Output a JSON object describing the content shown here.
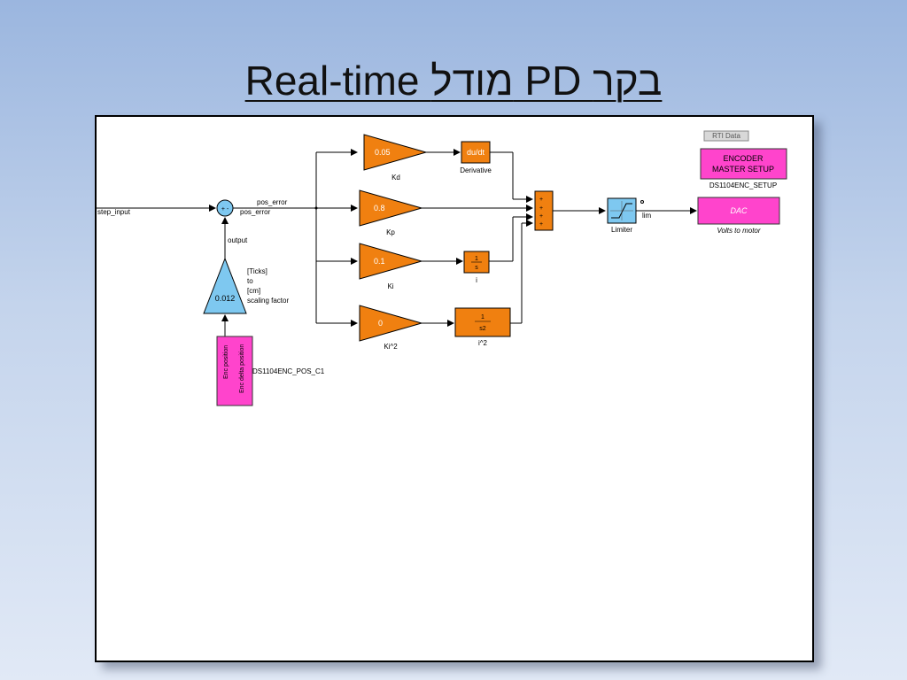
{
  "slide": {
    "title": "Real-time מודל PD בקר"
  },
  "diagram": {
    "rti_data": "RTI Data",
    "encoder_setup": {
      "line1": "ENCODER",
      "line2": "MASTER SETUP",
      "name": "DS1104ENC_SETUP"
    },
    "step_input": "step_input",
    "sum_signs": "+ -",
    "pos_error_top": "pos_error",
    "pos_error_bottom": "pos_error",
    "output": "output",
    "scaling_gain": {
      "value": "0.012",
      "line1": "[Ticks]",
      "line2": "to",
      "line3": "[cm]",
      "line4": "scaling factor"
    },
    "encoder_pos": {
      "port1": "Enc position",
      "port2": "Enc delta position",
      "name": "DS1104ENC_POS_C1"
    },
    "kd": {
      "value": "0.05",
      "name": "Kd"
    },
    "kp": {
      "value": "0.8",
      "name": "Kp"
    },
    "ki": {
      "value": "0.1",
      "name": "Ki"
    },
    "ki2": {
      "value": "0",
      "name": "Ki^2"
    },
    "derivative": {
      "value": "du/dt",
      "name": "Derivative"
    },
    "integrator": {
      "num": "1",
      "den": "s",
      "name": "i"
    },
    "double_integrator": {
      "num": "1",
      "den": "s2",
      "name": "i^2"
    },
    "sum4_signs": [
      "+",
      "+",
      "+",
      "+"
    ],
    "limiter": {
      "name": "Limiter",
      "out": "lim"
    },
    "dac": {
      "value": "DAC",
      "name": "Volts to motor"
    }
  }
}
